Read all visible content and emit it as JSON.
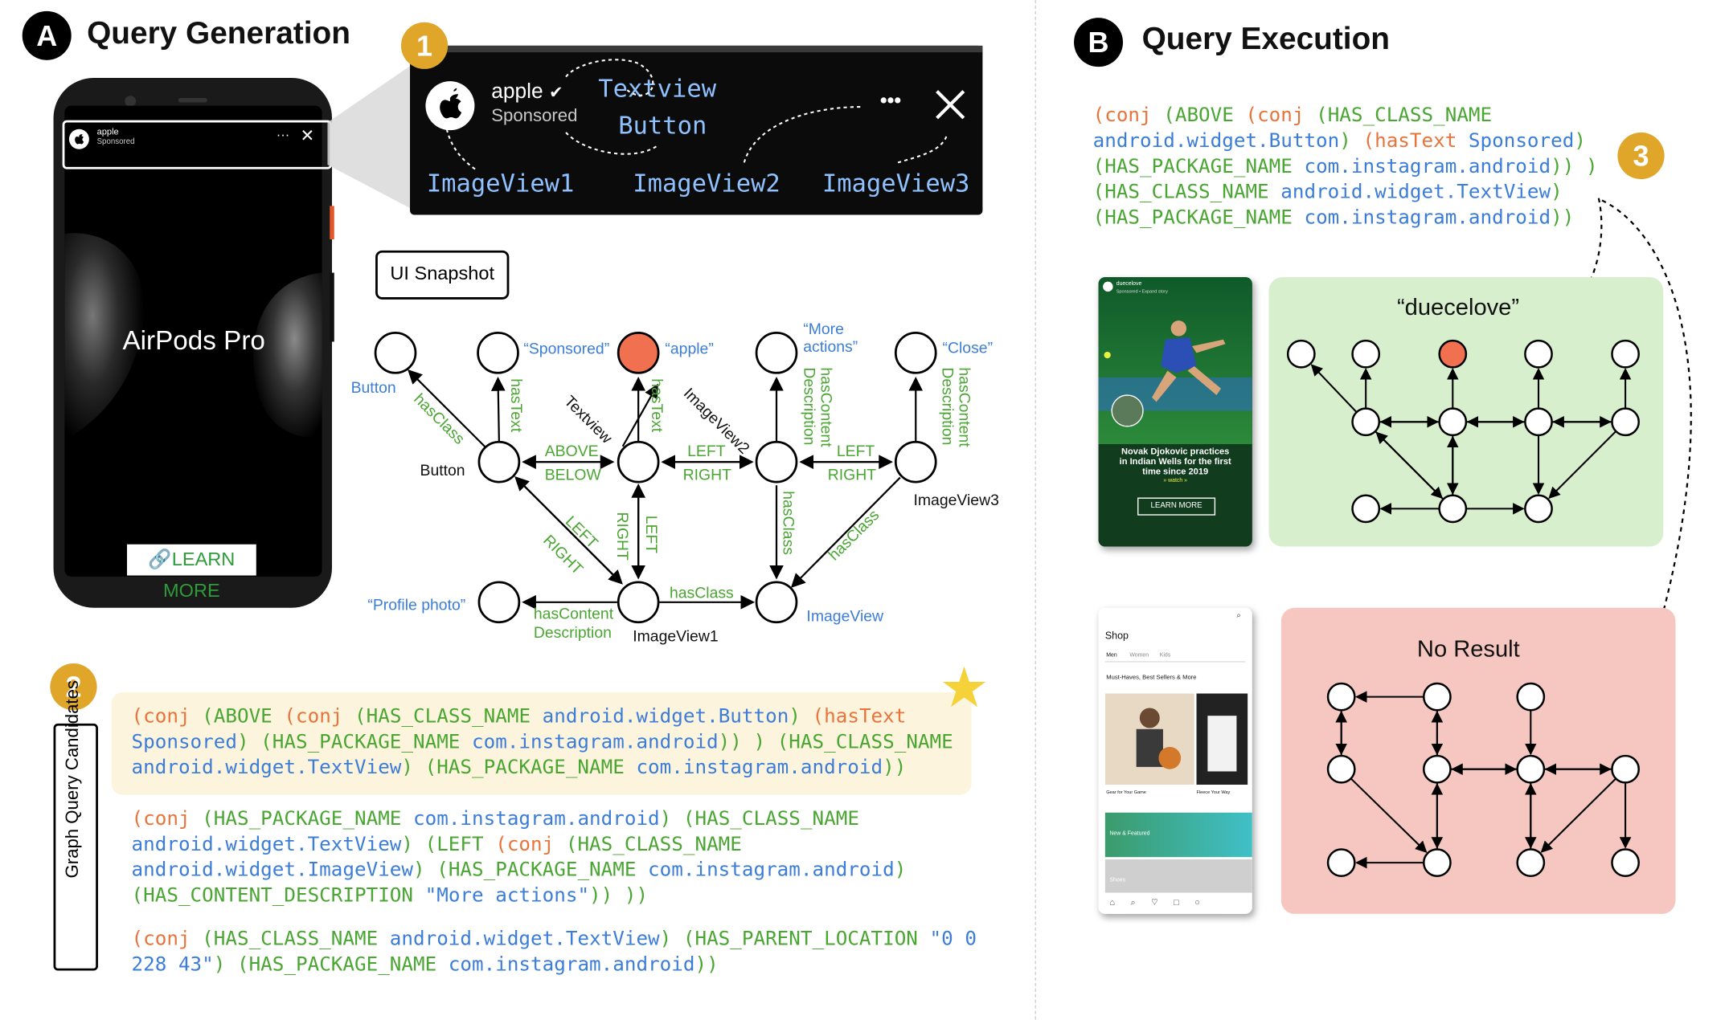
{
  "section_a": {
    "badge": "A",
    "title": "Query Generation"
  },
  "section_b": {
    "badge": "B",
    "title": "Query Execution"
  },
  "steps": {
    "one": "1",
    "two": "2",
    "three": "3"
  },
  "phone": {
    "ad_account": "apple",
    "ad_sponsored": "Sponsored",
    "more": "···",
    "close": "×",
    "headline": "AirPods Pro",
    "cta": "LEARN MORE"
  },
  "zoom": {
    "account": "apple",
    "sponsored": "Sponsored",
    "textview": "Textview",
    "button": "Button",
    "imageview1": "ImageView1",
    "imageview2": "ImageView2",
    "imageview3": "ImageView3"
  },
  "snapshot": {
    "label": "UI Snapshot"
  },
  "graph_labels": {
    "button_class": "Button",
    "sponsored_text": "“Sponsored”",
    "apple_text": "“apple”",
    "more_actions": "“More\nactions”",
    "close_text": "“Close”",
    "has_class": "hasClass",
    "has_text": "hasText",
    "textview": "Textview",
    "imageview2": "ImageView2",
    "has_content_description": "hasContent\nDescription",
    "button_node": "Button",
    "above": "ABOVE",
    "below": "BELOW",
    "left": "LEFT",
    "right": "RIGHT",
    "imageview3": "ImageView3",
    "profile_photo": "“Profile photo”",
    "imageview1": "ImageView1",
    "imageview_class": "ImageView"
  },
  "candidates": {
    "label": "Graph Query Candidates",
    "star": "★",
    "q1": [
      [
        [
          "o",
          "(conj "
        ],
        [
          "g",
          "(ABOVE "
        ],
        [
          "o",
          "(conj "
        ],
        [
          "g",
          "(HAS_CLASS_NAME "
        ],
        [
          "b",
          "android.widget.Button"
        ],
        [
          "g",
          ") "
        ],
        [
          "o",
          "(hasText"
        ]
      ],
      [
        [
          "b",
          "Sponsored"
        ],
        [
          "g",
          ") (HAS_PACKAGE_NAME "
        ],
        [
          "b",
          "com.instagram.android"
        ],
        [
          "g",
          ")) ) (HAS_CLASS_NAME"
        ]
      ],
      [
        [
          "b",
          "android.widget.TextView"
        ],
        [
          "g",
          ") (HAS_PACKAGE_NAME "
        ],
        [
          "b",
          "com.instagram.android"
        ],
        [
          "g",
          "))"
        ]
      ]
    ],
    "q2": [
      [
        [
          "o",
          "(conj "
        ],
        [
          "g",
          "(HAS_PACKAGE_NAME "
        ],
        [
          "b",
          "com.instagram.android"
        ],
        [
          "g",
          ") (HAS_CLASS_NAME"
        ]
      ],
      [
        [
          "b",
          "android.widget.TextView"
        ],
        [
          "g",
          ") (LEFT "
        ],
        [
          "o",
          "(conj "
        ],
        [
          "g",
          "(HAS_CLASS_NAME"
        ]
      ],
      [
        [
          "b",
          "android.widget.ImageView"
        ],
        [
          "g",
          ") (HAS_PACKAGE_NAME "
        ],
        [
          "b",
          "com.instagram.android"
        ],
        [
          "g",
          ")"
        ]
      ],
      [
        [
          "g",
          "(HAS_CONTENT_DESCRIPTION "
        ],
        [
          "b",
          "\"More actions\""
        ],
        [
          "g",
          ")) ))"
        ]
      ]
    ],
    "q3": [
      [
        [
          "o",
          "(conj "
        ],
        [
          "g",
          "(HAS_CLASS_NAME "
        ],
        [
          "b",
          "android.widget.TextView"
        ],
        [
          "g",
          ") (HAS_PARENT_LOCATION "
        ],
        [
          "b",
          "\"0 0"
        ]
      ],
      [
        [
          "b",
          "228 43\""
        ],
        [
          "g",
          ") (HAS_PACKAGE_NAME "
        ],
        [
          "b",
          "com.instagram.android"
        ],
        [
          "g",
          "))"
        ]
      ]
    ]
  },
  "execution_query": [
    [
      [
        "o",
        "(conj "
      ],
      [
        "g",
        "(ABOVE "
      ],
      [
        "o",
        "(conj "
      ],
      [
        "g",
        "(HAS_CLASS_NAME"
      ]
    ],
    [
      [
        "b",
        "android.widget.Button"
      ],
      [
        "g",
        ") "
      ],
      [
        "o",
        "(hasText "
      ],
      [
        "b",
        "Sponsored"
      ],
      [
        "g",
        ")"
      ]
    ],
    [
      [
        "g",
        "(HAS_PACKAGE_NAME "
      ],
      [
        "b",
        "com.instagram.android"
      ],
      [
        "g",
        ")) )"
      ]
    ],
    [
      [
        "g",
        "(HAS_CLASS_NAME "
      ],
      [
        "b",
        "android.widget.TextView"
      ],
      [
        "g",
        ")"
      ]
    ],
    [
      [
        "g",
        "(HAS_PACKAGE_NAME "
      ],
      [
        "b",
        "com.instagram.android"
      ],
      [
        "g",
        "))"
      ]
    ]
  ],
  "result_match": {
    "title": "“duecelove”",
    "account": "duecelove",
    "sub": "Sponsored • Expand story",
    "caption": "Novak Djokovic practices\nin Indian Wells for the first\ntime since 2019",
    "watch": "» watch »",
    "cta": "LEARN MORE"
  },
  "result_none": {
    "title": "No Result",
    "shop": "Shop",
    "tabs": [
      "Men",
      "Women",
      "Kids"
    ],
    "section": "Must-Haves, Best Sellers & More",
    "caption1": "Gear for Your Game",
    "caption2": "Fleece Your Way",
    "banner": "New & Featured",
    "shoes": "Shoes"
  },
  "colors": {
    "orange_node": "#f07050",
    "green_panel": "#d7efcd",
    "red_panel": "#f6c7c0",
    "badge_gold": "#e0a62a"
  }
}
